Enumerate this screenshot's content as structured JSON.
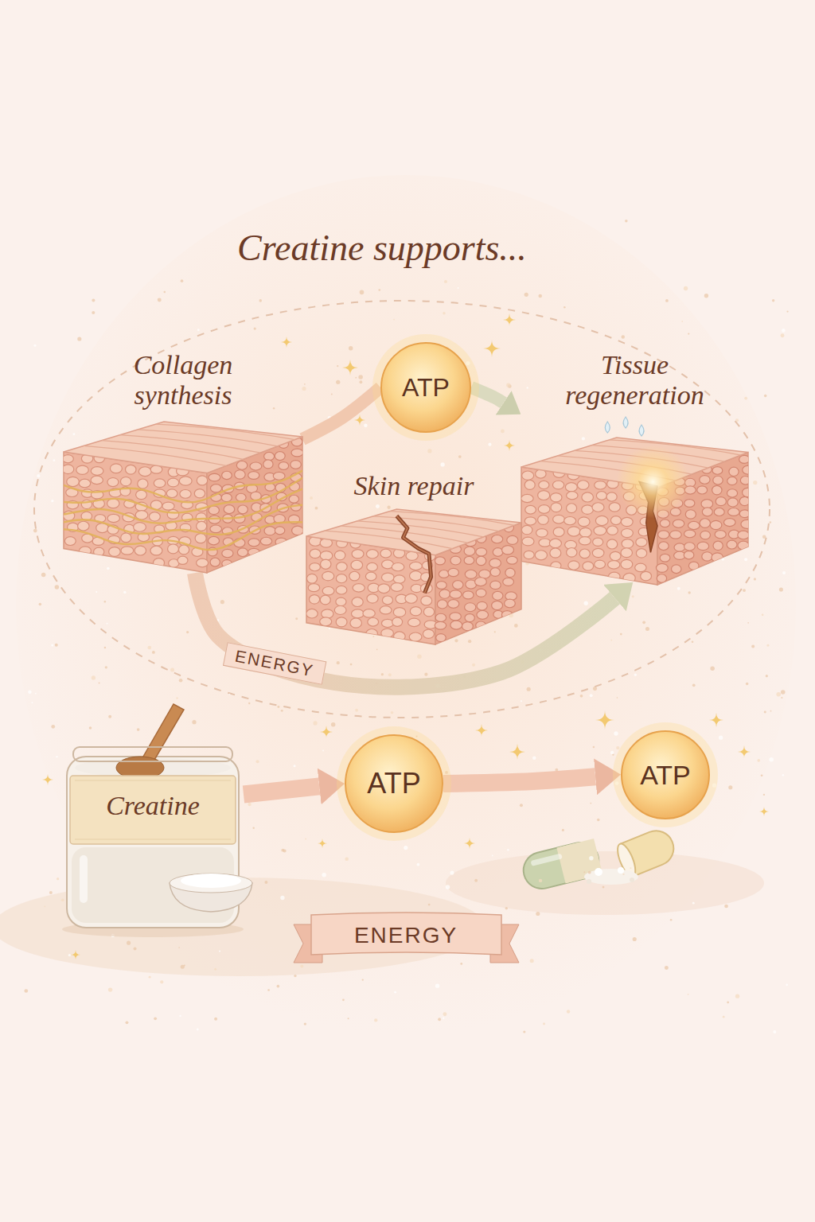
{
  "diagram": {
    "title": "Creatine supports...",
    "nodes": [
      {
        "text": [
          "Collagen synthesis"
        ]
      },
      {
        "text": [
          "ATP"
        ]
      },
      {
        "text": [
          "Tissue regeneration"
        ]
      },
      {
        "text": [
          "Skin repair"
        ]
      },
      {
        "text": [
          "Creatine"
        ]
      },
      {
        "text": [
          "ATP"
        ]
      },
      {
        "text": [
          "ATP"
        ]
      },
      {
        "text": [
          "ENERGY"
        ]
      }
    ],
    "edges": [
      {
        "from": 0,
        "to": 1,
        "arrow": "none"
      },
      {
        "from": 1,
        "to": 2,
        "arrow": "to"
      },
      {
        "from": 0,
        "to": 2,
        "arrow": "to",
        "label": "ENERGY"
      },
      {
        "from": 4,
        "to": 5,
        "arrow": "to"
      },
      {
        "from": 5,
        "to": 6,
        "arrow": "to"
      }
    ]
  }
}
